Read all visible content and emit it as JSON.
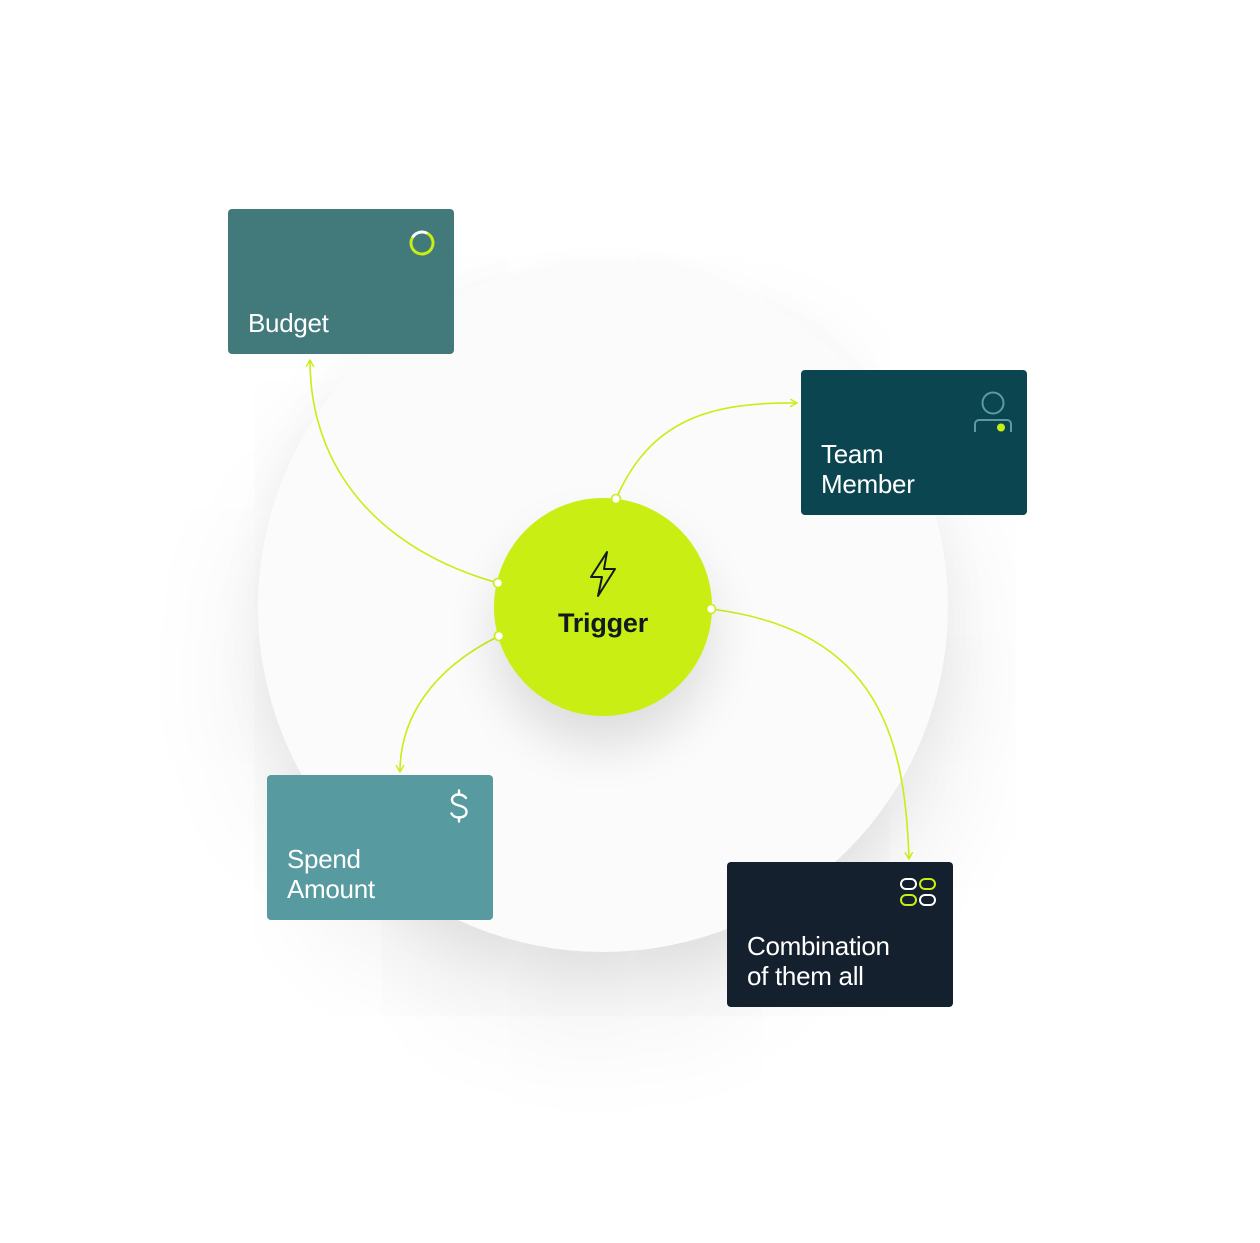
{
  "colors": {
    "accent": "#c8ee13",
    "budget": "#42797b",
    "team_member": "#0a4550",
    "spend_amount": "#579a9f",
    "combination": "#14202d",
    "trigger_text": "#111a1f",
    "icon_muted": "#5a9ca2"
  },
  "trigger": {
    "label": "Trigger",
    "icon": "lightning-bolt-icon"
  },
  "cards": {
    "budget": {
      "label": "Budget",
      "icon": "progress-ring-icon"
    },
    "team_member": {
      "label": "Team\nMember",
      "icon": "user-toggle-icon"
    },
    "spend_amount": {
      "label": "Spend\nAmount",
      "icon": "dollar-icon"
    },
    "combination": {
      "label": "Combination\nof them all",
      "icon": "toggle-grid-icon"
    }
  }
}
